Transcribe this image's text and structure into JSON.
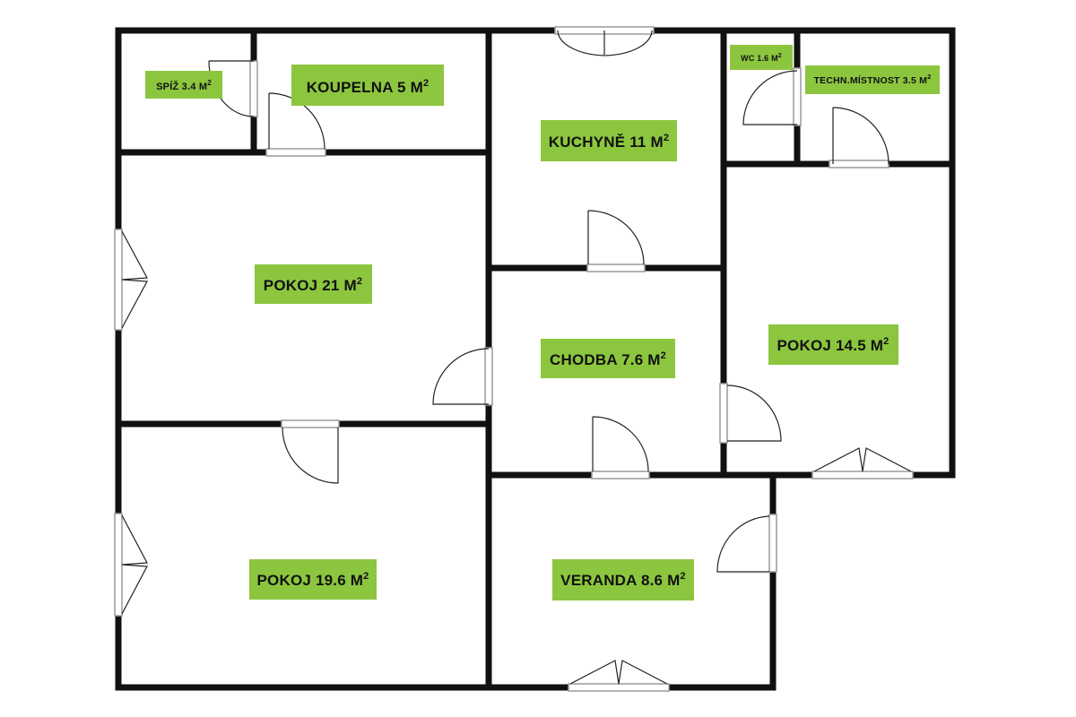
{
  "plan": {
    "accent_color": "#8cc63f",
    "rooms": [
      {
        "name": "SPÍŽ",
        "area": "3.4",
        "unit": "M",
        "sup": "2"
      },
      {
        "name": "KOUPELNA",
        "area": "5",
        "unit": "M",
        "sup": "2"
      },
      {
        "name": "KUCHYNĚ",
        "area": "11",
        "unit": "M",
        "sup": "2"
      },
      {
        "name": "WC",
        "area": "1.6",
        "unit": "M",
        "sup": "2"
      },
      {
        "name": "TECHN.MÍSTNOST",
        "area": "3.5",
        "unit": "M",
        "sup": "2"
      },
      {
        "name": "POKOJ",
        "area": "21",
        "unit": "M",
        "sup": "2"
      },
      {
        "name": "CHODBA",
        "area": "7.6",
        "unit": "M",
        "sup": "2"
      },
      {
        "name": "POKOJ",
        "area": "14.5",
        "unit": "M",
        "sup": "2"
      },
      {
        "name": "POKOJ",
        "area": "19.6",
        "unit": "M",
        "sup": "2"
      },
      {
        "name": "VERANDA",
        "area": "8.6",
        "unit": "M",
        "sup": "2"
      }
    ]
  }
}
